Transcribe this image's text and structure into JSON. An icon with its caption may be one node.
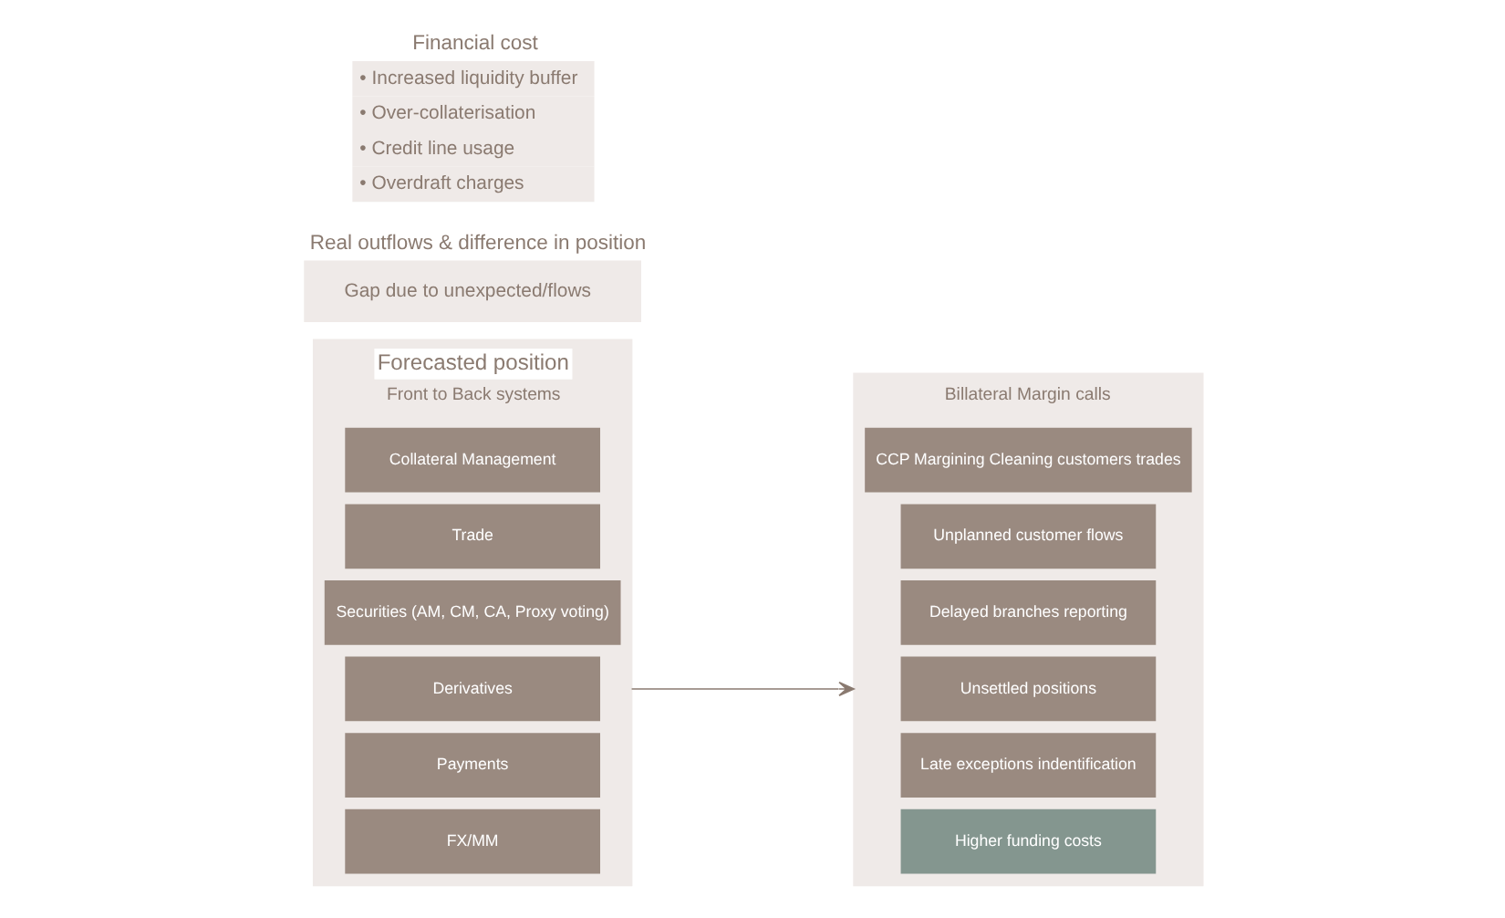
{
  "diagram": {
    "nodes": [
      {
        "text": [
          "Forecasted position",
          "Front to Back systems"
        ]
      },
      {
        "text": [
          "Collateral Management"
        ],
        "in": 0
      },
      {
        "text": [
          "Trade"
        ],
        "in": 0
      },
      {
        "text": [
          "Securities (AM, CM, CA, Proxy voting)"
        ],
        "in": 0
      },
      {
        "text": [
          "Derivatives"
        ],
        "in": 0
      },
      {
        "text": [
          "Payments"
        ],
        "in": 0
      },
      {
        "text": [
          "FX/MM"
        ],
        "in": 0
      },
      {
        "text": [
          "Real outflows & difference in position",
          "Gap due to unexpected/flows"
        ]
      },
      {
        "text": [
          "Billateral Margin calls"
        ]
      },
      {
        "text": [
          "CCP Margining Cleaning customers trades"
        ],
        "in": 8
      },
      {
        "text": [
          "Unplanned customer flows"
        ],
        "in": 8
      },
      {
        "text": [
          "Delayed branches reporting"
        ],
        "in": 8
      },
      {
        "text": [
          "Unsettled positions"
        ],
        "in": 8
      },
      {
        "text": [
          "Late exceptions indentification"
        ],
        "in": 8
      },
      {
        "text": [
          "Higher funding costs"
        ],
        "in": 8
      },
      {
        "text": [
          "Financial cost",
          "• Increased liquidity buffer",
          "• Over-collaterisation",
          "• Credit line usage",
          "• Overdraft charges"
        ]
      }
    ],
    "edges": [
      {
        "from": 0,
        "to": 8,
        "arrow": "to"
      }
    ]
  }
}
